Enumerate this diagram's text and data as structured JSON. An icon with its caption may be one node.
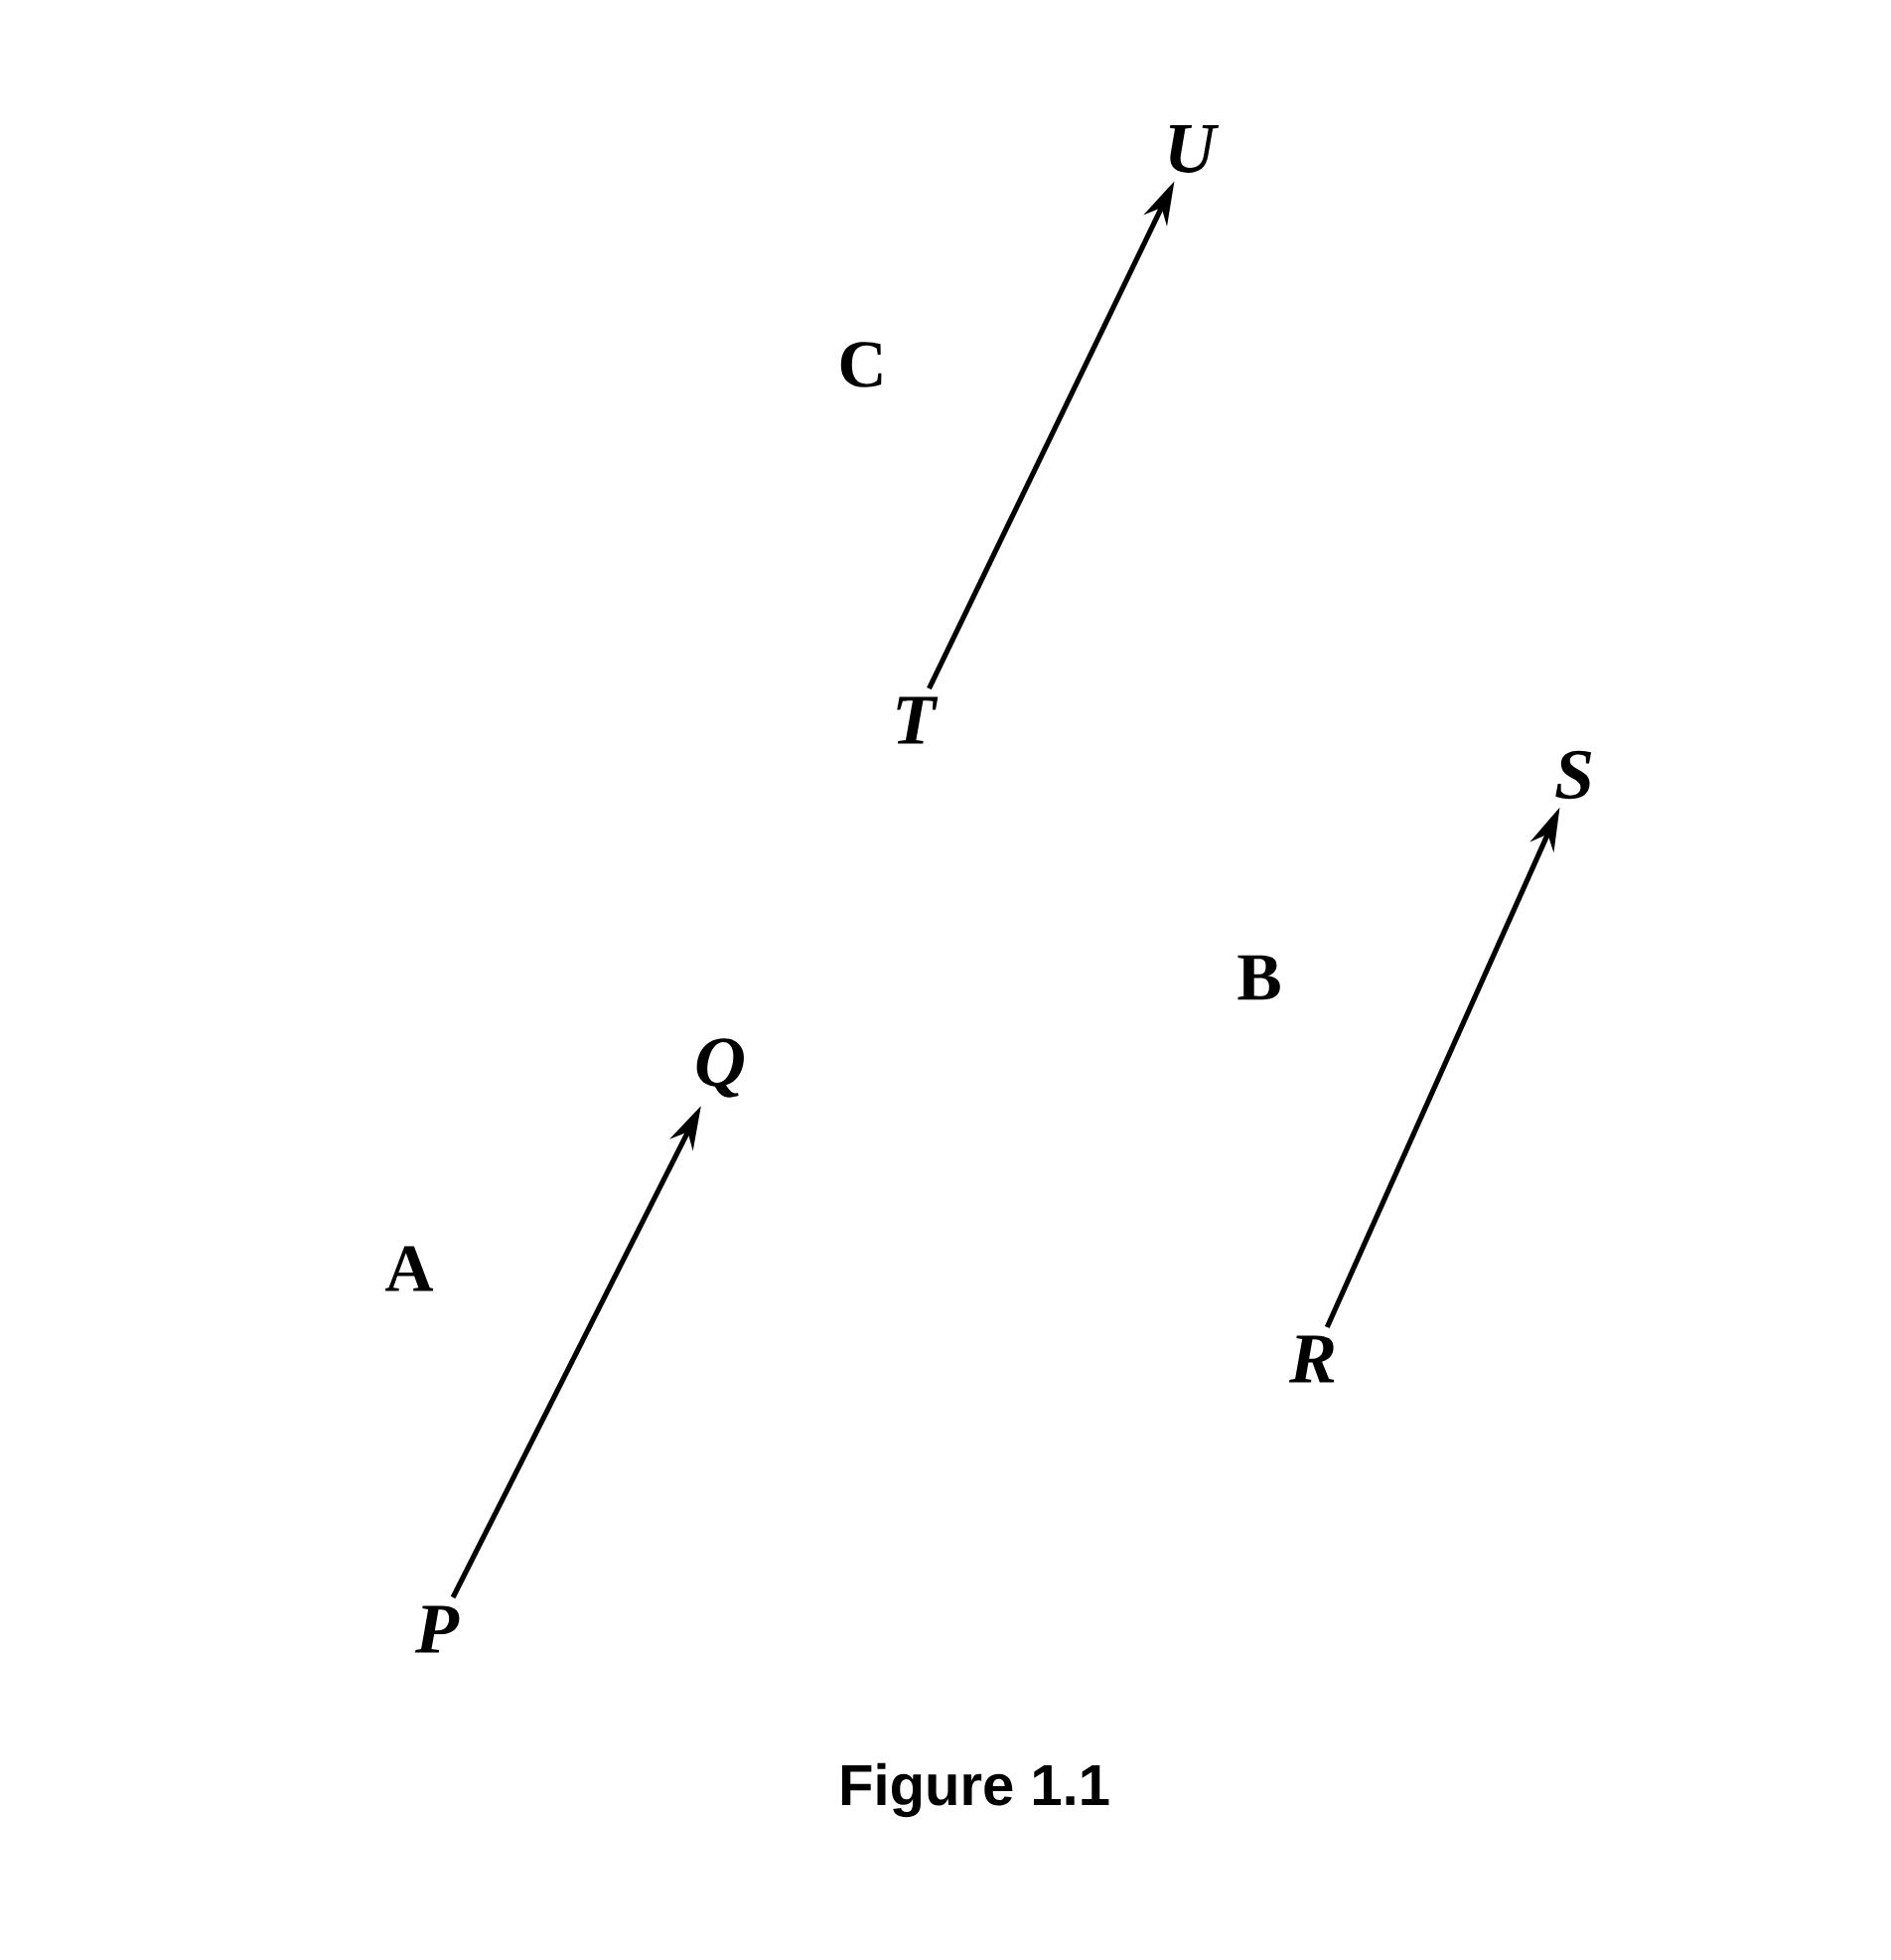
{
  "diagram": {
    "caption": "Figure 1.1",
    "nodes": [
      {
        "text": [
          "P"
        ]
      },
      {
        "text": [
          "Q"
        ]
      },
      {
        "text": [
          "R"
        ]
      },
      {
        "text": [
          "S"
        ]
      },
      {
        "text": [
          "T"
        ]
      },
      {
        "text": [
          "U"
        ]
      }
    ],
    "edges": [
      {
        "from": 0,
        "to": 1,
        "arrow": "to",
        "label": "A"
      },
      {
        "from": 2,
        "to": 3,
        "arrow": "to",
        "label": "B"
      },
      {
        "from": 4,
        "to": 5,
        "arrow": "to",
        "label": "C"
      }
    ]
  }
}
